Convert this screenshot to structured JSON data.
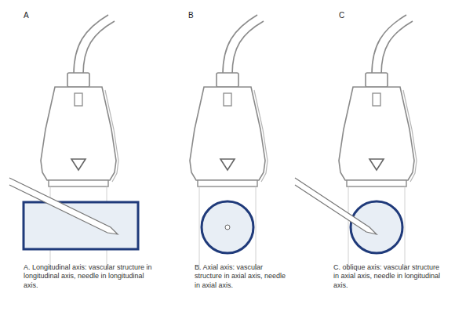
{
  "diagram": {
    "labels": [
      "A",
      "B",
      "C",
      "A. Longitudinal axis: vascular structure in longitudinal axis, needle in longitudinal axis.",
      "B. Axial axis: vascular structure in axial axis, needle in axial axis.",
      "C. oblique axis: vascular structure in axial axis, needle in longitudinal axis."
    ]
  }
}
